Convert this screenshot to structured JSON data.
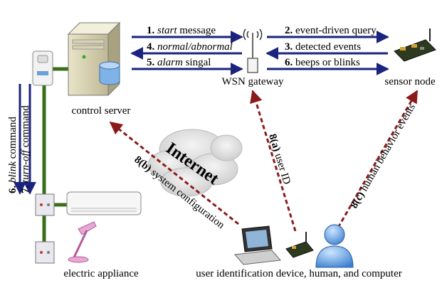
{
  "nodes": {
    "control_server": "control server",
    "wsn_gateway": "WSN gateway",
    "sensor_node": "sensor node",
    "electric_appliance": "electric appliance",
    "user_devices": "user identification device, human, and computer",
    "cloud": "Internet"
  },
  "messages": {
    "m1": {
      "num": "1.",
      "em": "start",
      "rest": " message"
    },
    "m4": {
      "num": "4.",
      "em": "normal/abnormal",
      "rest": ""
    },
    "m5": {
      "num": "5.",
      "em": "alarm",
      "rest": " singal"
    },
    "m2": {
      "num": "2.",
      "text": "event-driven query"
    },
    "m3": {
      "num": "3.",
      "text": "detected events"
    },
    "m6": {
      "num": "6.",
      "text": "beeps or blinks"
    }
  },
  "commands": {
    "c6": {
      "num": "6.",
      "em": "blink",
      "rest": " command"
    },
    "c7": {
      "num": "7.",
      "em": "turn-off",
      "rest": " command"
    }
  },
  "user_links": {
    "a": {
      "num": "8(a)",
      "text": " user ID"
    },
    "b": {
      "num": "8(b)",
      "text": " system configuration"
    },
    "c": {
      "num": "8(c)",
      "text": " human behavior events"
    }
  },
  "colors": {
    "blue_arrow": "#1a237e",
    "red_dashed": "#8b1a1a",
    "green_cable": "#3b6e1a"
  }
}
